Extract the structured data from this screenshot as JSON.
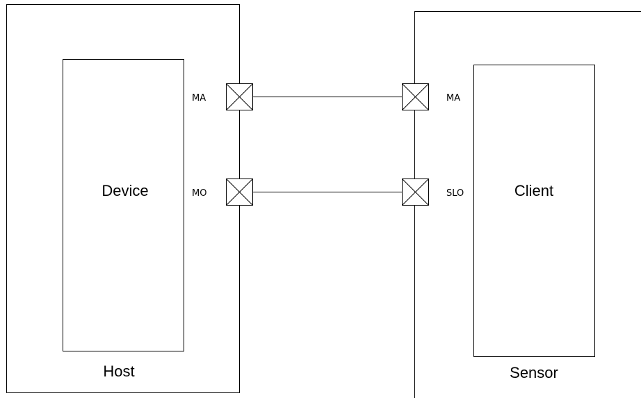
{
  "host": {
    "label": "Host",
    "inner_label": "Device",
    "pins": {
      "top": "MA",
      "bottom": "MO"
    }
  },
  "sensor": {
    "label": "Sensor",
    "inner_label": "Client",
    "pins": {
      "top": "MA",
      "bottom": "SLO"
    }
  },
  "colors": {
    "stroke": "#000000",
    "background": "#ffffff"
  }
}
